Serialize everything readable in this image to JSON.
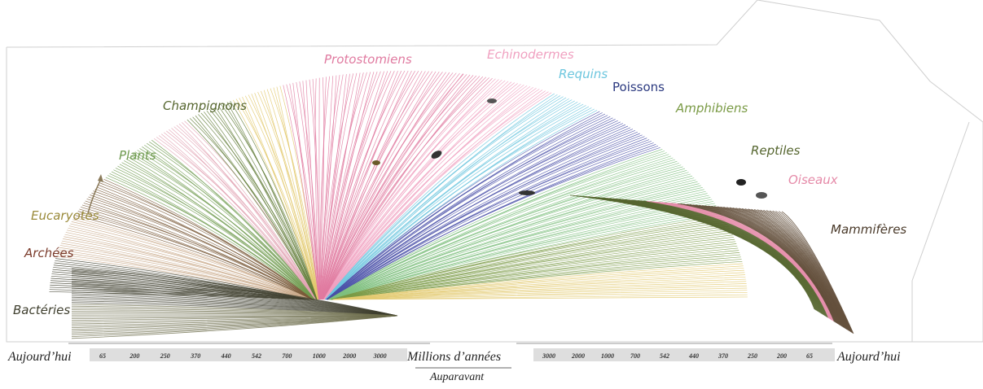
{
  "colors": {
    "Bactéries": "#3f3f2e",
    "Archées": "#7a5a3a",
    "Eucaryotes": "#9a8a4a",
    "Plants": "#6e9a4e",
    "Champignons": "#5f7a35",
    "Protostomiens": "#e07aa0",
    "Echinodermes": "#f0a0c0",
    "Requins": "#6cc6de",
    "Poissons": "#4a50a8",
    "Amphibiens": "#7a9a45",
    "Reptiles": "#55652e",
    "Oiseaux": "#e58aa8",
    "Mammifères": "#5a4530",
    "yellow_clade": "#e2c86a",
    "green_clade": "#7fbf7f"
  },
  "labels": [
    {
      "id": "bacteries",
      "text": "Bactéries",
      "color": "#3f3f2e"
    },
    {
      "id": "archees",
      "text": "Archées",
      "color": "#7a3a2a"
    },
    {
      "id": "eucaryotes",
      "text": "Eucaryotes",
      "color": "#9a8a3a"
    },
    {
      "id": "plants",
      "text": "Plants",
      "color": "#6e9a4e"
    },
    {
      "id": "champignons",
      "text": "Champignons",
      "color": "#55652e"
    },
    {
      "id": "protostomiens",
      "text": "Protostomiens",
      "color": "#e07aa0"
    },
    {
      "id": "echinodermes",
      "text": "Echinodermes",
      "color": "#f0a0c0"
    },
    {
      "id": "requins",
      "text": "Requins",
      "color": "#6cc6de"
    },
    {
      "id": "poissons",
      "text": "Poissons",
      "color": "#2c3a80"
    },
    {
      "id": "amphibiens",
      "text": "Amphibiens",
      "color": "#7a9a45"
    },
    {
      "id": "reptiles",
      "text": "Reptiles",
      "color": "#55652e"
    },
    {
      "id": "oiseaux",
      "text": "Oiseaux",
      "color": "#e58aa8"
    },
    {
      "id": "mammiferes",
      "text": "Mammifères",
      "color": "#4a3a2a"
    }
  ],
  "timeline": {
    "left_label": "Aujourd’hui",
    "right_label": "Aujourd’hui",
    "center_label": "Millions d’années",
    "sub_label": "Auparavant",
    "left_ticks": [
      "65",
      "200",
      "250",
      "370",
      "440",
      "542",
      "700",
      "1000",
      "2000",
      "3000"
    ],
    "right_ticks": [
      "3000",
      "2000",
      "1000",
      "700",
      "542",
      "440",
      "370",
      "250",
      "200",
      "65"
    ]
  }
}
